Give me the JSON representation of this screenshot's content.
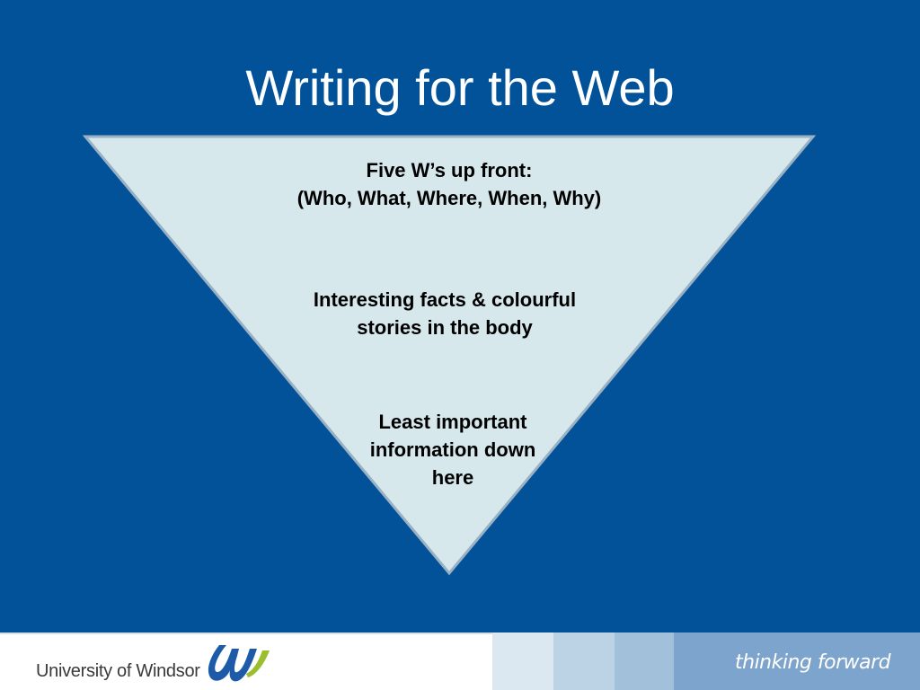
{
  "slide": {
    "title": "Writing for the Web",
    "funnel": {
      "top_line1": "Five W’s up front:",
      "top_line2": "(Who, What, Where, When, Why)",
      "middle_line1": "Interesting facts & colourful",
      "middle_line2": "stories in the body",
      "bottom_line1": "Least important",
      "bottom_line2": "information down",
      "bottom_line3": "here"
    }
  },
  "footer": {
    "university_name": "University of Windsor",
    "tagline": "thinking forward"
  },
  "colors": {
    "background": "#02529a",
    "funnel_fill": "#d6e8ec",
    "funnel_border": "#9ab0c4",
    "logo_blue": "#1d5ba8",
    "logo_green": "#9bbf2c"
  }
}
